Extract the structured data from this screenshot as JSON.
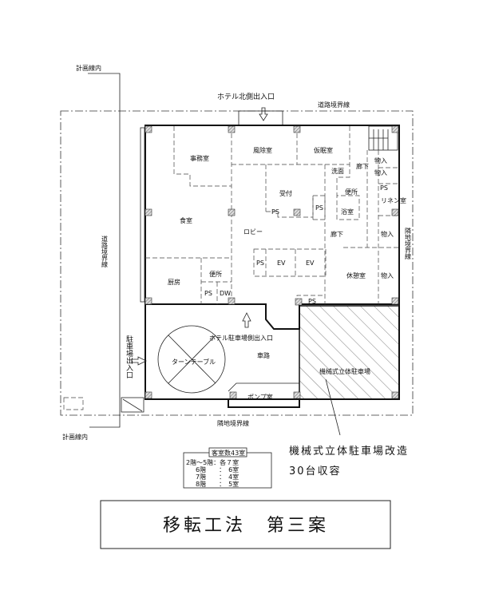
{
  "labels": {
    "plan_line_top": "計画線内",
    "plan_line_bottom": "計画線内",
    "north_entrance": "ホテル北側出入口",
    "road_boundary_top": "道路境界線",
    "road_boundary_left": "道路境界線",
    "adjacent_boundary_bottom": "隣地境界線",
    "adjacent_boundary_right": "隣地境界線",
    "parking_entrance": "駐車場出入口",
    "parking_side_entrance": "ホテル駐車場側出入口",
    "turntable": "ターンテーブル",
    "driveway": "車路",
    "mech_parking": "機械式立体駐車場",
    "pump_room": "ポンプ室"
  },
  "rooms": {
    "office": "事務室",
    "windbreak": "風除室",
    "nap_room": "仮眠室",
    "corridor_1": "廊下",
    "storage_1": "物入",
    "storage_2": "物入",
    "washroom": "洗面",
    "toilet_1": "便所",
    "ps_1": "PS",
    "linen": "リネン室",
    "reception": "受付",
    "ps_2": "PS",
    "ps_3": "PS",
    "bath": "浴室",
    "dining": "食室",
    "lobby": "ロビー",
    "corridor_2": "廊下",
    "storage_3": "物入",
    "ps_4": "PS",
    "ev_1": "EV",
    "ev_2": "EV",
    "rest_room": "休憩室",
    "storage_4": "物入",
    "kitchen": "厨房",
    "toilet_2": "便所",
    "ps_5": "PS",
    "dw": "DW",
    "ps_6": "PS"
  },
  "annotation": {
    "line1": "機械式立体駐車場改造",
    "line2": "30台収容"
  },
  "legend": {
    "title": "客室数43室",
    "rows": [
      "2階～5階：各７室",
      "6階　　：　6室",
      "7階　　：　4室",
      "8階　　：　5室"
    ]
  },
  "title": "移転工法　第三案"
}
